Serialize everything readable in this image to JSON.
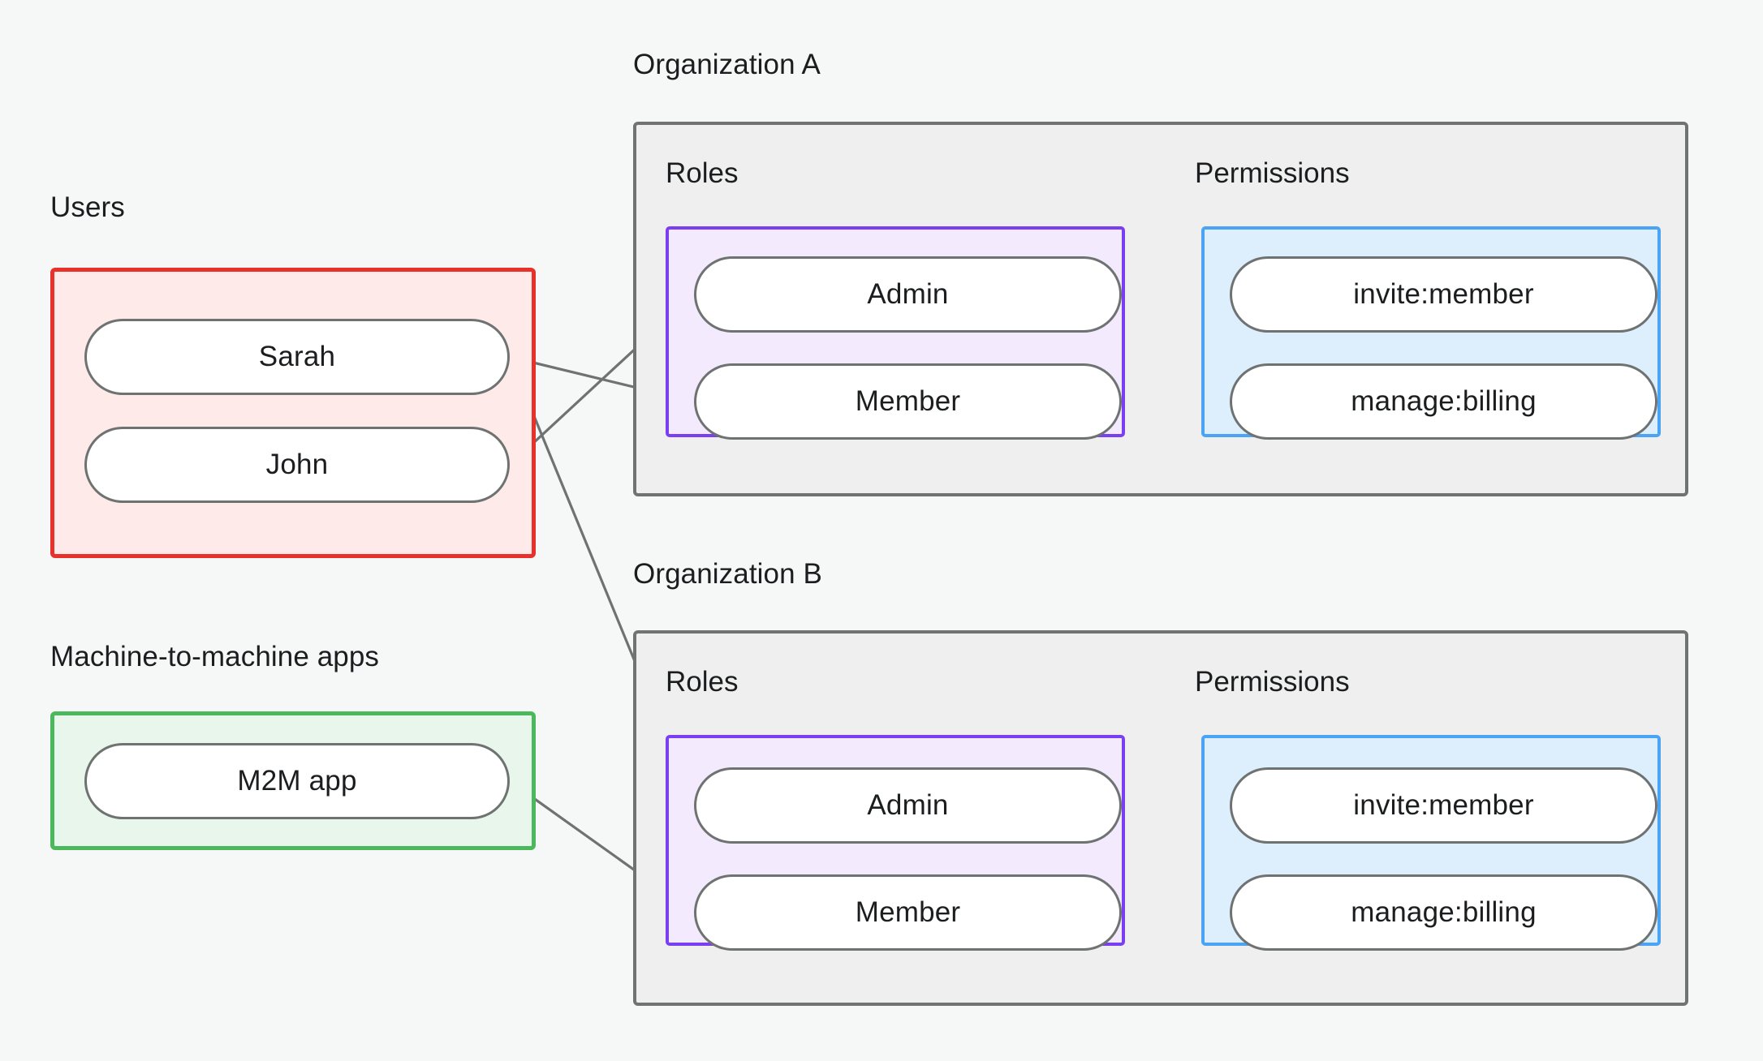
{
  "theme": {
    "background": "#f6f7f7",
    "text": "#1b1d1e",
    "users_border": "#e8312a",
    "users_fill": "#fdeae9",
    "m2m_border": "#4cb85c",
    "m2m_fill": "#e9f6ec",
    "org_border": "#6f7372",
    "org_fill": "#eeefee",
    "roles_border": "#7b3ff2",
    "roles_fill": "#f3eafd",
    "perms_border": "#4aa3f5",
    "perms_fill": "#ddeefd",
    "pill_border": "#6e7271",
    "pill_fill": "#ffffff",
    "wire": "#6e7271"
  },
  "principals": {
    "users": {
      "caption": "Users",
      "items": [
        {
          "label": "Sarah"
        },
        {
          "label": "John"
        }
      ]
    },
    "machines": {
      "caption": "Machine-to-machine apps",
      "items": [
        {
          "label": "M2M app"
        }
      ]
    }
  },
  "organizations": [
    {
      "caption": "Organization A",
      "roles_caption": "Roles",
      "permissions_caption": "Permissions",
      "roles": [
        {
          "label": "Admin"
        },
        {
          "label": "Member"
        }
      ],
      "permissions": [
        {
          "label": "invite:member"
        },
        {
          "label": "manage:billing"
        }
      ]
    },
    {
      "caption": "Organization B",
      "roles_caption": "Roles",
      "permissions_caption": "Permissions",
      "roles": [
        {
          "label": "Admin"
        },
        {
          "label": "Member"
        }
      ],
      "permissions": [
        {
          "label": "invite:member"
        },
        {
          "label": "manage:billing"
        }
      ]
    }
  ],
  "relationships": [
    {
      "from": "Sarah",
      "to": "Organization A / Member"
    },
    {
      "from": "Sarah",
      "to": "Organization B / Admin"
    },
    {
      "from": "John",
      "to": "Organization A / Admin"
    },
    {
      "from": "M2M app",
      "to": "Organization B / Member"
    },
    {
      "from": "Organization A / Admin",
      "to": "Organization A / invite:member"
    },
    {
      "from": "Organization A / Admin",
      "to": "Organization A / manage:billing"
    },
    {
      "from": "Organization A / Member",
      "to": "Organization A / manage:billing"
    },
    {
      "from": "Organization B / Admin",
      "to": "Organization B / invite:member"
    },
    {
      "from": "Organization B / Admin",
      "to": "Organization B / manage:billing"
    },
    {
      "from": "Organization B / Member",
      "to": "Organization B / manage:billing"
    }
  ]
}
